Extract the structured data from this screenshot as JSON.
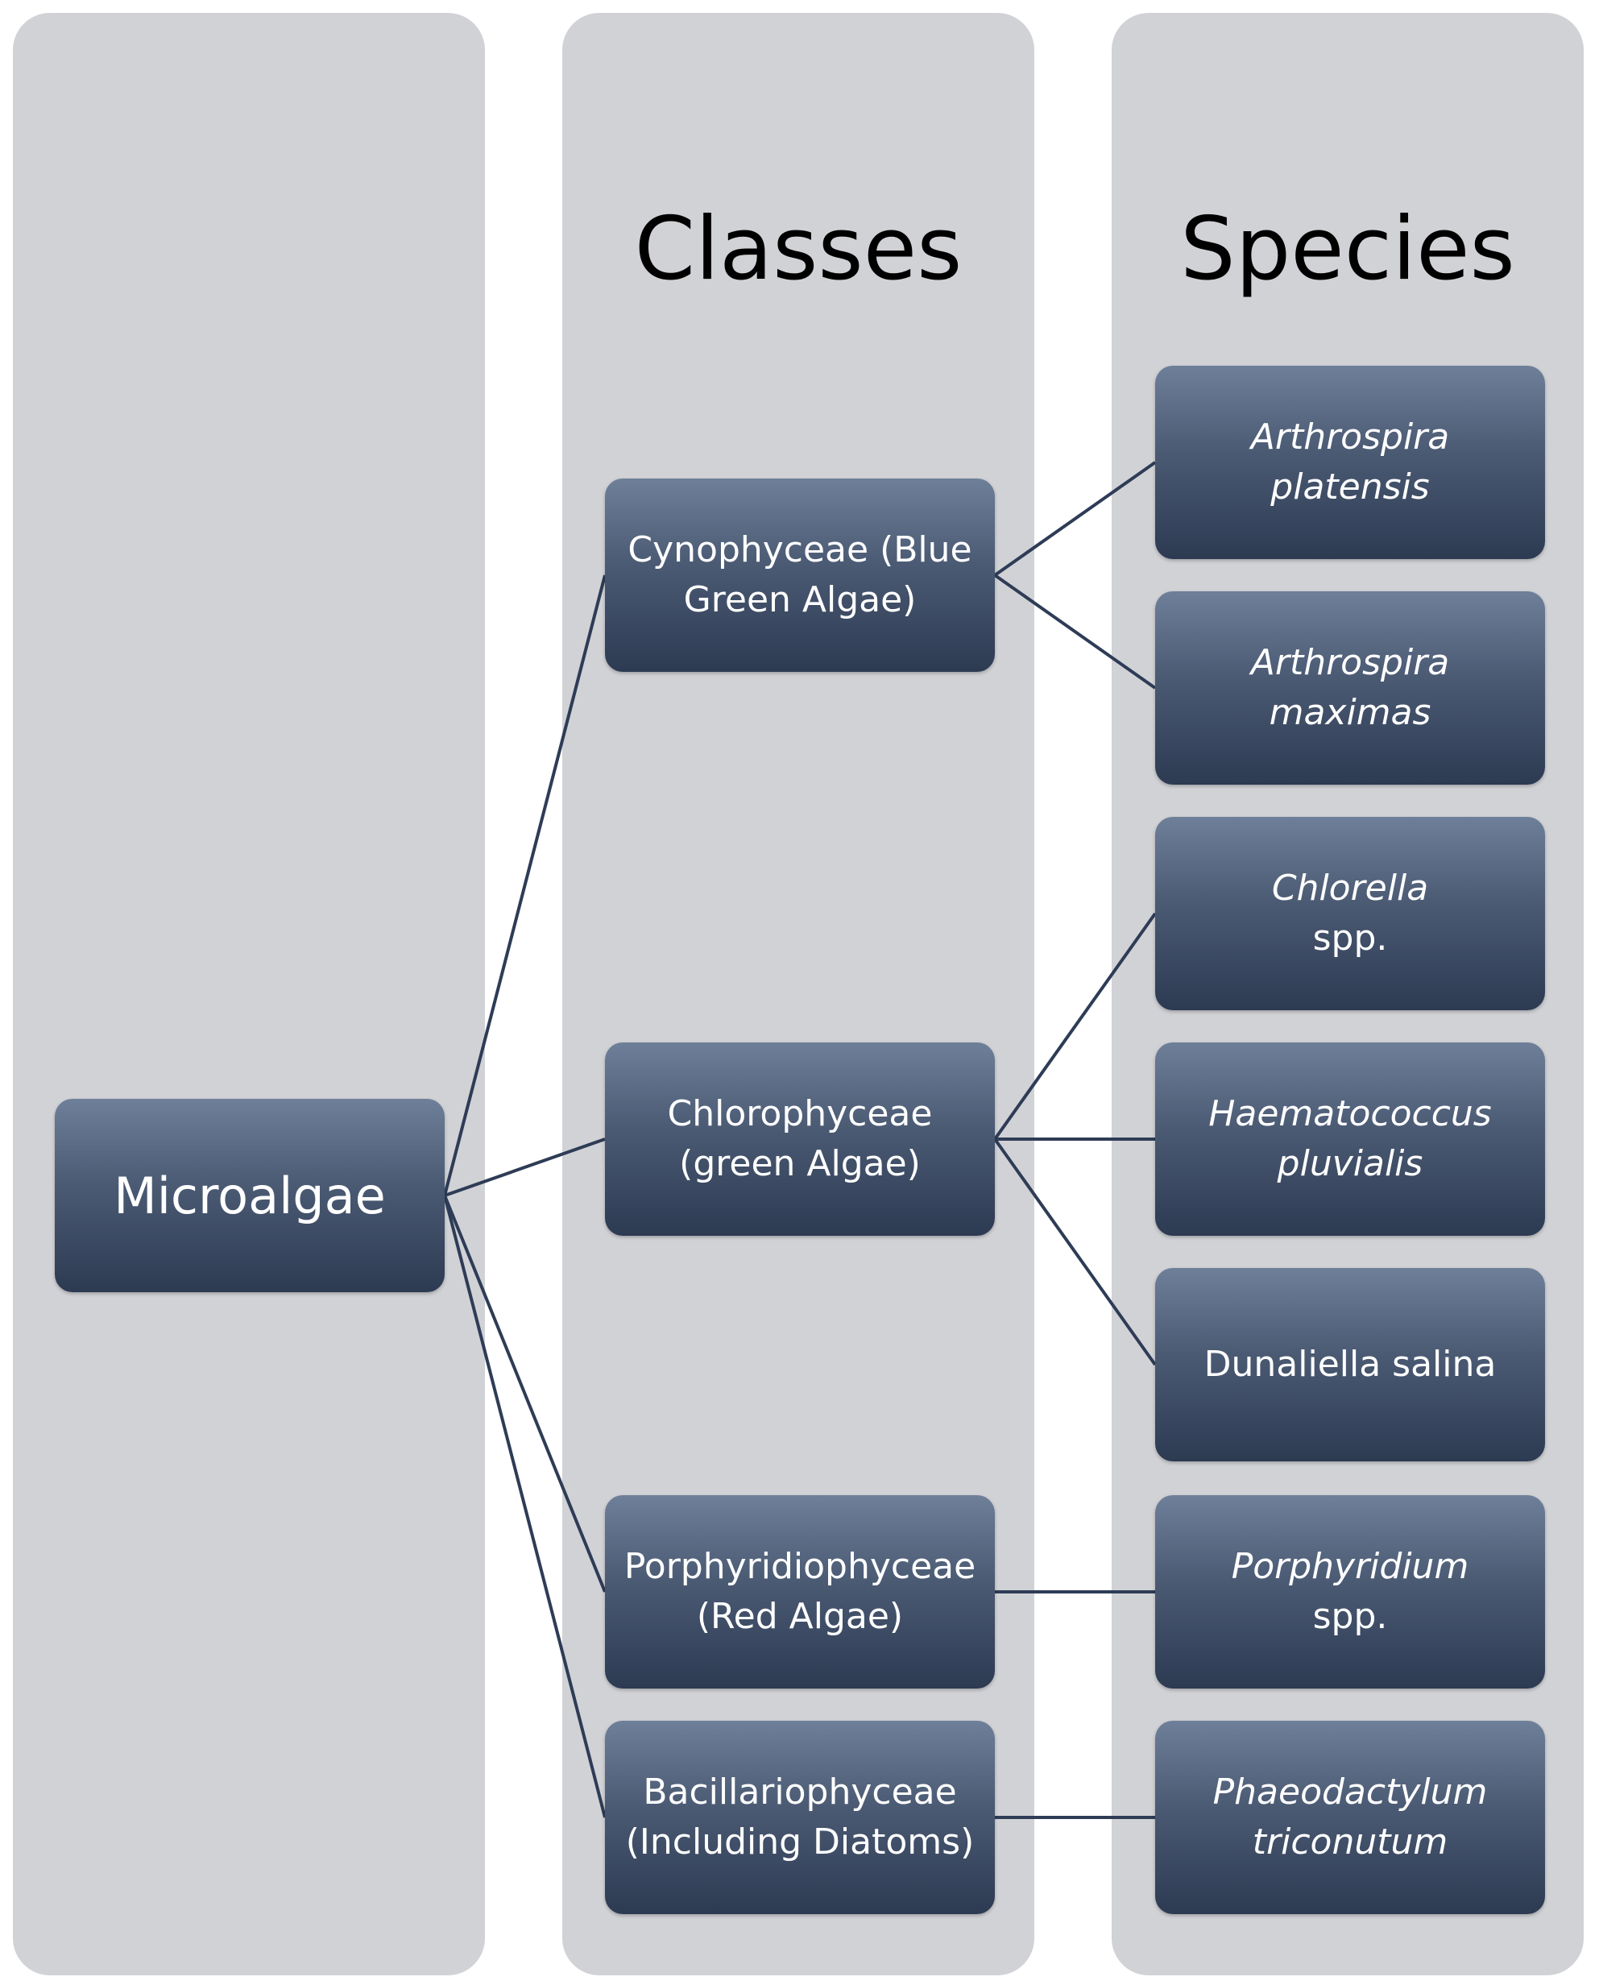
{
  "colors": {
    "column_bg": "#d1d2d6",
    "node_top": "#6e7f99",
    "node_bottom": "#2c3a52",
    "connector": "#2e3c56",
    "heading_text": "#000000",
    "node_text": "#ffffff"
  },
  "headings": {
    "classes": "Classes",
    "species": "Species"
  },
  "root": {
    "label": "Microalgae"
  },
  "classes": [
    {
      "label": "Cynophyceae (Blue Green Algae)"
    },
    {
      "label": "Chlorophyceae (green Algae)"
    },
    {
      "label": "Porphyridiophyceae (Red Algae)"
    },
    {
      "label": "Bacillariophyceae (Including Diatoms)"
    }
  ],
  "species": [
    {
      "genus": "Arthrospira platensis",
      "suffix": "",
      "class_index": 0
    },
    {
      "genus": "Arthrospira maximas",
      "suffix": "",
      "class_index": 0
    },
    {
      "genus": "Chlorella",
      "suffix": " spp.",
      "class_index": 1
    },
    {
      "genus": "Haematococcus pluvialis",
      "suffix": "",
      "class_index": 1
    },
    {
      "genus": "",
      "suffix": "Dunaliella salina",
      "class_index": 1
    },
    {
      "genus": "Porphyridium",
      "suffix": " spp.",
      "class_index": 2
    },
    {
      "genus": "Phaeodactylum triconutum",
      "suffix": "",
      "class_index": 3
    }
  ]
}
